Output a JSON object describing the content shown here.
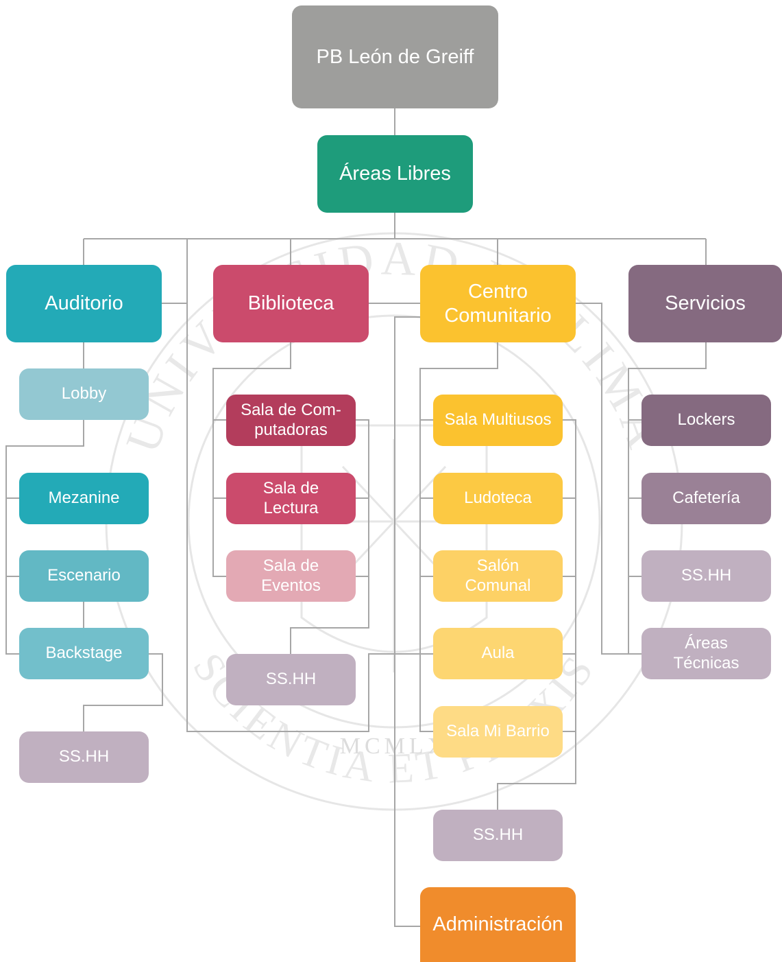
{
  "diagram": {
    "root": {
      "label": "PB León de Greiff",
      "color": "#9e9e9c"
    },
    "areas_libres": {
      "label": "Áreas Libres",
      "color": "#1e9c7b"
    },
    "auditorio": {
      "label": "Auditorio",
      "color": "#23aab7",
      "children": {
        "lobby": {
          "label": "Lobby",
          "color": "#93c8d2"
        },
        "mezanine": {
          "label": "Mezanine",
          "color": "#23aab7"
        },
        "escenario": {
          "label": "Escenario",
          "color": "#62b8c4"
        },
        "backstage": {
          "label": "Backstage",
          "color": "#72bfcb"
        },
        "sshh": {
          "label": "SS.HH",
          "color": "#c0b0c0"
        }
      }
    },
    "biblioteca": {
      "label": "Biblioteca",
      "color": "#cb4b6c",
      "children": {
        "computadoras": {
          "label": "Sala de Com-\nputadoras",
          "color": "#b33d5c"
        },
        "lectura": {
          "label": "Sala de\nLectura",
          "color": "#cb4b6c"
        },
        "eventos": {
          "label": "Sala de\nEventos",
          "color": "#e3a9b4"
        },
        "sshh": {
          "label": "SS.HH",
          "color": "#c0b0c0"
        }
      }
    },
    "centro_comunitario": {
      "label": "Centro\nComunitario",
      "color": "#fbc22f",
      "children": {
        "multiusos": {
          "label": "Sala Multiusos",
          "color": "#fbc22f"
        },
        "ludoteca": {
          "label": "Ludoteca",
          "color": "#fcc943"
        },
        "salon": {
          "label": "Salón\nComunal",
          "color": "#fdd165"
        },
        "aula": {
          "label": "Aula",
          "color": "#fdd671"
        },
        "barrio": {
          "label": "Sala Mi Barrio",
          "color": "#fedb85"
        },
        "sshh": {
          "label": "SS.HH",
          "color": "#c0b0c0"
        }
      }
    },
    "administracion": {
      "label": "Administración",
      "color": "#f08c2c"
    },
    "servicios": {
      "label": "Servicios",
      "color": "#856a80",
      "children": {
        "lockers": {
          "label": "Lockers",
          "color": "#856a80"
        },
        "cafeteria": {
          "label": "Cafetería",
          "color": "#9a8196"
        },
        "sshh": {
          "label": "SS.HH",
          "color": "#c0b0c0"
        },
        "tecnicas": {
          "label": "Áreas\nTécnicas",
          "color": "#c0b0c0"
        }
      }
    },
    "connector_color": "#a6a6a6",
    "watermark": {
      "seal_color": "#e4e4e4",
      "motto": "SCIENTIA ET PRAXIS",
      "year": "MCMLX",
      "arc_text": "UNIVERSIDAD DE LIMA"
    }
  }
}
